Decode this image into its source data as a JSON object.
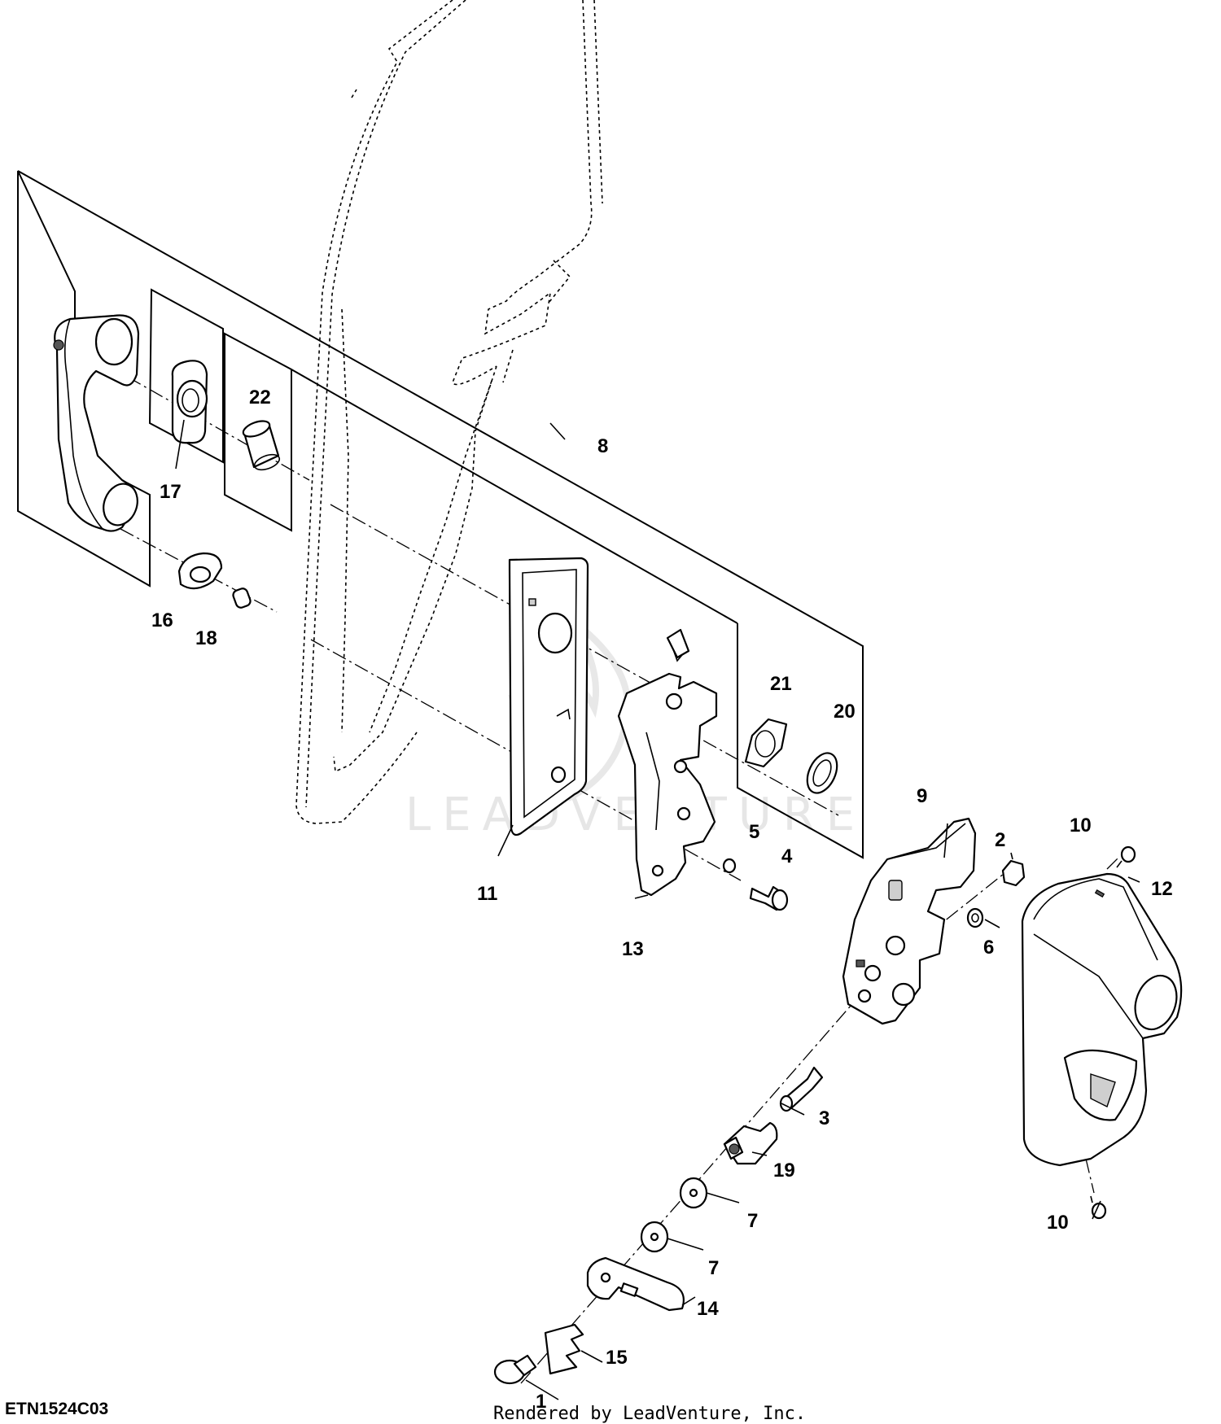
{
  "figure_id": "ETN1524C03",
  "credit": "Rendered by LeadVenture, Inc.",
  "watermark": "LEADVENTURE",
  "callouts": [
    {
      "id": "c1",
      "label": "1"
    },
    {
      "id": "c2",
      "label": "2"
    },
    {
      "id": "c3",
      "label": "3"
    },
    {
      "id": "c4",
      "label": "4"
    },
    {
      "id": "c5",
      "label": "5"
    },
    {
      "id": "c6",
      "label": "6"
    },
    {
      "id": "c7a",
      "label": "7"
    },
    {
      "id": "c7b",
      "label": "7"
    },
    {
      "id": "c8",
      "label": "8"
    },
    {
      "id": "c9",
      "label": "9"
    },
    {
      "id": "c10a",
      "label": "10"
    },
    {
      "id": "c10b",
      "label": "10"
    },
    {
      "id": "c11",
      "label": "11"
    },
    {
      "id": "c12",
      "label": "12"
    },
    {
      "id": "c13",
      "label": "13"
    },
    {
      "id": "c14",
      "label": "14"
    },
    {
      "id": "c15",
      "label": "15"
    },
    {
      "id": "c16",
      "label": "16"
    },
    {
      "id": "c17",
      "label": "17"
    },
    {
      "id": "c18",
      "label": "18"
    },
    {
      "id": "c19",
      "label": "19"
    },
    {
      "id": "c20",
      "label": "20"
    },
    {
      "id": "c21",
      "label": "21"
    },
    {
      "id": "c22",
      "label": "22"
    }
  ]
}
